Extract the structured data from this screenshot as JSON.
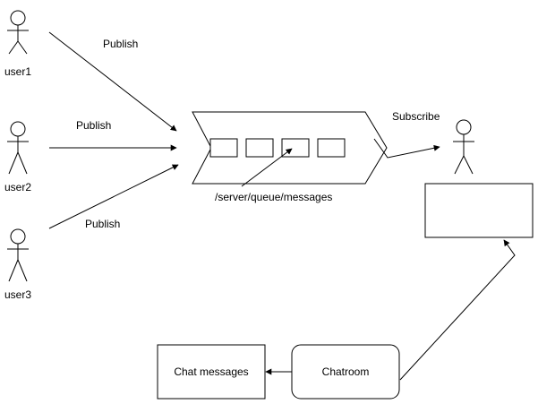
{
  "actors": [
    {
      "label": "user1"
    },
    {
      "label": "user2"
    },
    {
      "label": "user3"
    },
    {
      "label": ""
    }
  ],
  "edges": {
    "publish_1": "Publish",
    "publish_2": "Publish",
    "publish_3": "Publish",
    "subscribe": "Subscribe"
  },
  "queue": {
    "label": "/server/queue/messages",
    "slot_count": 4
  },
  "nodes": {
    "chatroom": "Chatroom",
    "chat_messages": "Chat messages",
    "subscriber_box": ""
  },
  "colors": {
    "stroke": "#000000",
    "background": "#ffffff"
  }
}
